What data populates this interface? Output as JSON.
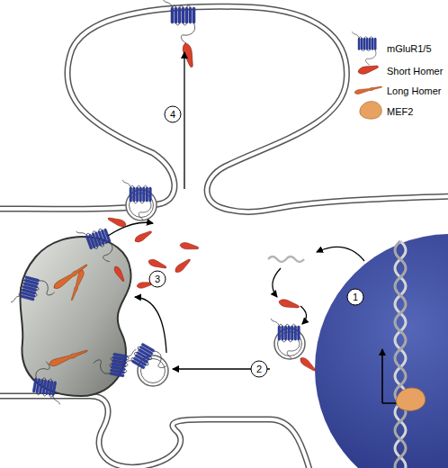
{
  "diagram": {
    "labels": [
      "1",
      "2",
      "3",
      "4"
    ],
    "legend": [
      {
        "text": "mGluR1/5"
      },
      {
        "text": "Short Homer"
      },
      {
        "text": "Long Homer"
      },
      {
        "text": "MEF2"
      }
    ]
  }
}
